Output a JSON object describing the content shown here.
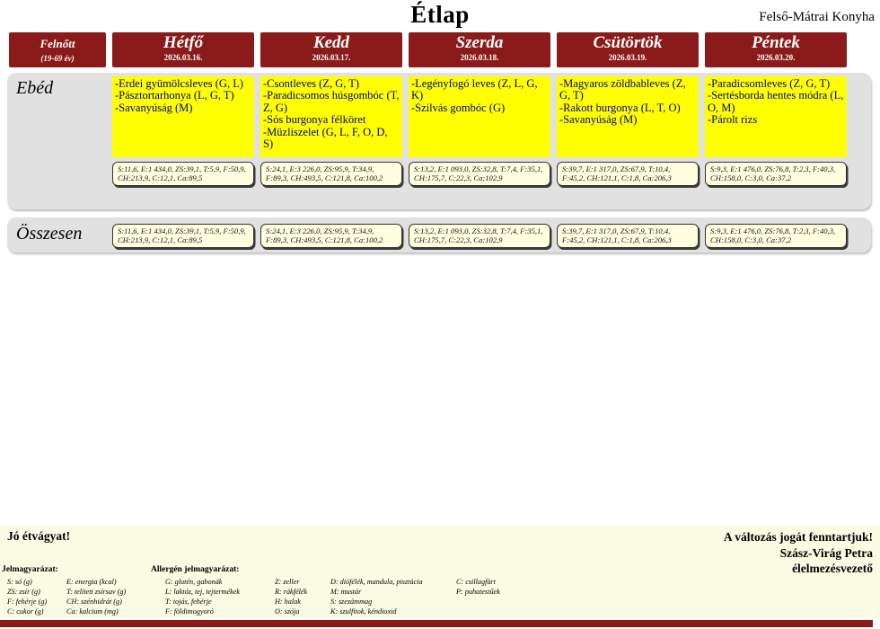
{
  "page": {
    "title": "Étlap",
    "kitchen": "Felső-Mátrai Konyha"
  },
  "colors": {
    "maroon": "#8B1A1A",
    "yellow": "#FFFF00",
    "menutext": "#00008B",
    "gray": "#E1E1E1",
    "cream": "#FBFBE3",
    "nutri": "#FFFFE0"
  },
  "header": {
    "group": {
      "label": "Felnőtt",
      "sub": "(19-69 év)"
    },
    "days": [
      {
        "name": "Hétfő",
        "date": "2026.03.16."
      },
      {
        "name": "Kedd",
        "date": "2026.03.17."
      },
      {
        "name": "Szerda",
        "date": "2026.03.18."
      },
      {
        "name": "Csütörtök",
        "date": "2026.03.19."
      },
      {
        "name": "Péntek",
        "date": "2026.03.20."
      }
    ]
  },
  "lunch": {
    "label": "Ebéd",
    "menus": [
      {
        "items": [
          "-Erdei gyümölcsleves (G, L)",
          "-Pásztortarhonya  (L, G, T)",
          "-Savanyúság (M)"
        ],
        "nutrition": "S:11,6, E:1 434,0, ZS:39,1, T:5,9, F:50,9, CH:213,9, C:12,1, Ca:89,5"
      },
      {
        "items": [
          "-Csontleves (Z, G, T)",
          "-Paradicsomos húsgombóc (T, Z, G)",
          "-Sós burgonya félköret",
          "-Müzliszelet  (G, L, F, O, D, S)"
        ],
        "nutrition": "S:24,1, E:3 226,0, ZS:95,9, T:34,9, F:89,3, CH:493,5, C:121,8, Ca:100,2"
      },
      {
        "items": [
          "-Legényfogó leves (Z, L, G, K)",
          "-Szilvás gombóc  (G)"
        ],
        "nutrition": "S:13,2, E:1 093,0, ZS:32,8, T:7,4, F:35,1, CH:175,7, C:22,3, Ca:102,9"
      },
      {
        "items": [
          "-Magyaros zöldbableves (Z, G, T)",
          "-Rakott burgonya  (L, T, O)",
          "-Savanyúság (M)"
        ],
        "nutrition": "S:39,7, E:1 317,0, ZS:67,9, T:10,4, F:45,2, CH:121,1, C:1,8, Ca:206,3"
      },
      {
        "items": [
          "-Paradicsomleves (Z, G, T)",
          "-Sertésborda hentes módra (L, O, M)",
          "-Párolt rizs"
        ],
        "nutrition": "S:9,3, E:1 476,0, ZS:76,8, T:2,3, F:40,3, CH:158,0, C:3,0, Ca:37,2"
      }
    ]
  },
  "total": {
    "label": "Összesen",
    "nutrition": [
      "S:11,6, E:1 434,0, ZS:39,1, T:5,9, F:50,9, CH:213,9, C:12,1, Ca:89,5",
      "S:24,1, E:3 226,0, ZS:95,9, T:34,9, F:89,3, CH:493,5, C:121,8, Ca:100,2",
      "S:13,2, E:1 093,0, ZS:32,8, T:7,4, F:35,1, CH:175,7, C:22,3, Ca:102,9",
      "S:39,7, E:1 317,0, ZS:67,9, T:10,4, F:45,2, CH:121,1, C:1,8, Ca:206,3",
      "S:9,3, E:1 476,0, ZS:76,8, T:2,3, F:40,3, CH:158,0, C:3,0, Ca:37,2"
    ]
  },
  "footer": {
    "left": "Jó étvágyat!",
    "right_lines": [
      "A változás jogát fenntartjuk!",
      "Szász-Virág Petra",
      "élelmezésvezető"
    ],
    "legend_title": "Jelmagyarázat:",
    "allergen_title": "Allergén jelmagyarázat:",
    "legend_col1": [
      "S: só (g)",
      "ZS: zsír (g)",
      "F: fehérje (g)",
      "C: cukor (g)"
    ],
    "legend_col2": [
      "E: energia (kcal)",
      "T: telített zsírsav (g)",
      "CH: szénhidrát (g)",
      "Ca: kalcium (mg)"
    ],
    "allergen_col1": [
      "G: glutén, gabonák",
      "L: laktóz, tej, tejtermékek",
      "T: tojás, fehérje",
      "F: földimogyoró"
    ],
    "allergen_col2": [
      "Z: zeller",
      "R: rákfélék",
      "H: halak",
      "O: szója"
    ],
    "allergen_col3": [
      "D: diófélék, mandula, pisztácia",
      "M: mustár",
      "S: szezámmag",
      "K: szulfitok, kéndioxid"
    ],
    "allergen_col4": [
      "C: csillagfürt",
      "P: puhatestűek"
    ]
  }
}
